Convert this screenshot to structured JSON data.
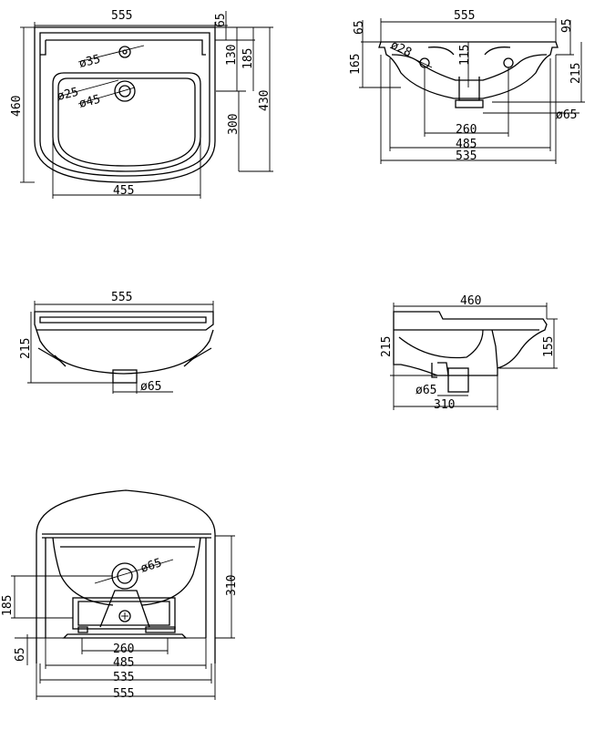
{
  "views": {
    "top": {
      "width_555": "555",
      "dim_65": "65",
      "dim_130": "130",
      "dim_185": "185",
      "dim_430": "430",
      "dim_300": "300",
      "dim_460": "460",
      "dim_455": "455",
      "dia_35": "ø35",
      "dia_25": "ø25",
      "dia_45": "ø45"
    },
    "rear": {
      "width_555": "555",
      "dim_65": "65",
      "dim_95": "95",
      "dim_165": "165",
      "dia_28": "ø28",
      "dim_115": "115",
      "dim_215": "215",
      "dia_65": "ø65",
      "dim_260": "260",
      "dim_485": "485",
      "dim_535": "535"
    },
    "front": {
      "width_555": "555",
      "dim_215": "215",
      "dia_65": "ø65"
    },
    "side": {
      "width_460": "460",
      "dim_215": "215",
      "dim_155": "155",
      "dia_65": "ø65",
      "dim_310": "310"
    },
    "bottom": {
      "dia_65": "ø65",
      "dim_185": "185",
      "dim_310": "310",
      "dim_65": "65",
      "dim_260": "260",
      "dim_485": "485",
      "dim_535": "535",
      "dim_555": "555"
    }
  }
}
